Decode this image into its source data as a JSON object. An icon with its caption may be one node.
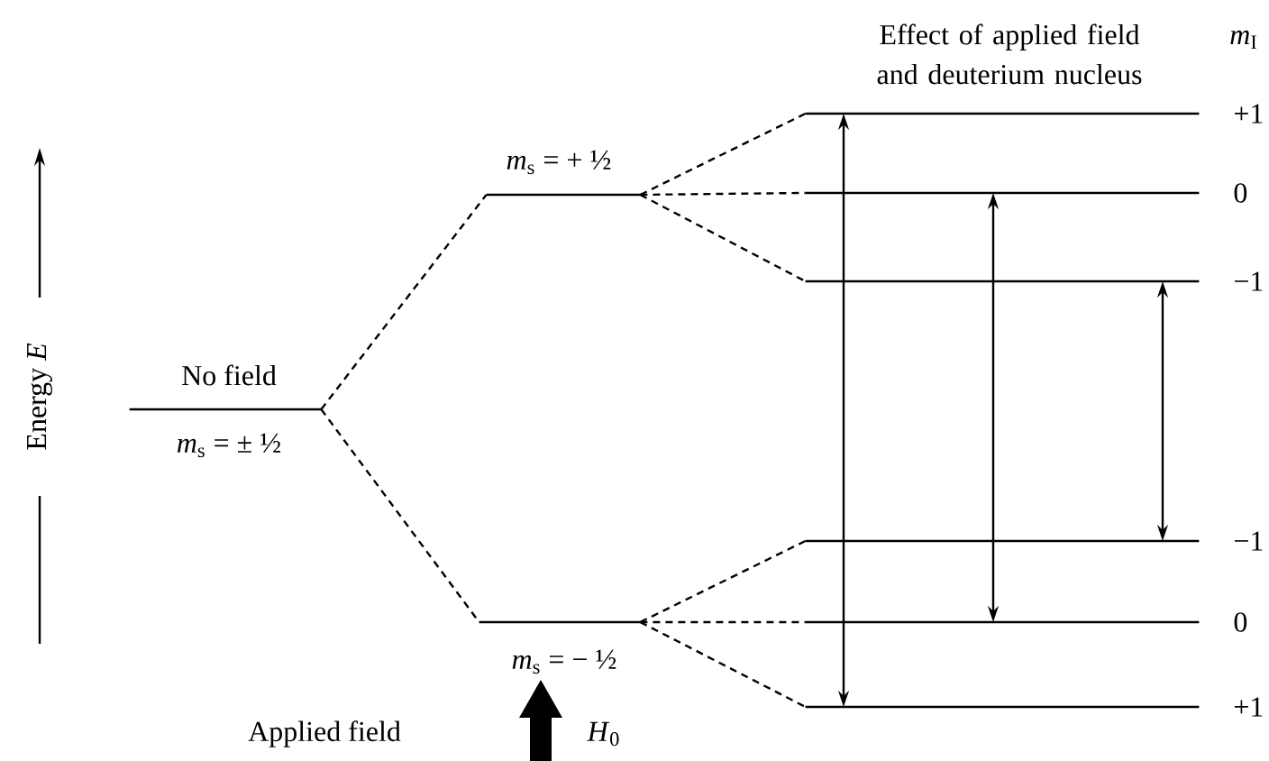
{
  "diagram": {
    "nodes": [
      {
        "text": [
          "No field",
          "*m*$_{s}$ = ± ½"
        ]
      },
      {
        "text": [
          "*m*$_{s}$ = + ½"
        ]
      },
      {
        "text": [
          "*m*$_{s}$ = − ½"
        ]
      },
      {
        "text": [
          "+1"
        ]
      },
      {
        "text": [
          "0"
        ]
      },
      {
        "text": [
          "−1"
        ]
      },
      {
        "text": [
          "−1"
        ]
      },
      {
        "text": [
          "0"
        ]
      },
      {
        "text": [
          "+1"
        ]
      }
    ],
    "edges": [
      {
        "from": 0,
        "to": 1,
        "arrow": "none",
        "style": "dashed"
      },
      {
        "from": 0,
        "to": 2,
        "arrow": "none",
        "style": "dashed"
      },
      {
        "from": 1,
        "to": 3,
        "arrow": "none",
        "style": "dashed"
      },
      {
        "from": 1,
        "to": 4,
        "arrow": "none",
        "style": "dashed"
      },
      {
        "from": 1,
        "to": 5,
        "arrow": "none",
        "style": "dashed"
      },
      {
        "from": 2,
        "to": 6,
        "arrow": "none",
        "style": "dashed"
      },
      {
        "from": 2,
        "to": 7,
        "arrow": "none",
        "style": "dashed"
      },
      {
        "from": 2,
        "to": 8,
        "arrow": "none",
        "style": "dashed"
      },
      {
        "from": 3,
        "to": 8,
        "arrow": "both"
      },
      {
        "from": 4,
        "to": 7,
        "arrow": "both"
      },
      {
        "from": 5,
        "to": 6,
        "arrow": "both"
      }
    ],
    "labels": [
      "Effect of applied field and deuterium nucleus",
      "*m*$_{I}$",
      "Energy *E*",
      "Applied field",
      "*H*$_{0}$"
    ]
  }
}
